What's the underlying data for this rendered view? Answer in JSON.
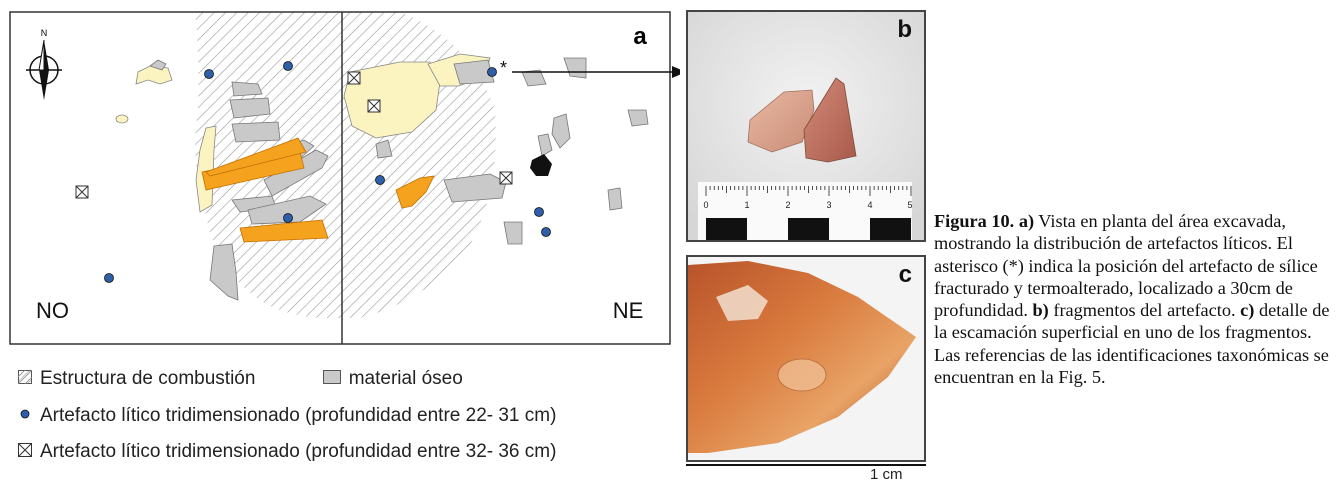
{
  "panel_a": {
    "letter": "a",
    "left_sector": "NO",
    "right_sector": "NE",
    "north_label": "N",
    "asterisk": "*"
  },
  "panel_b": {
    "letter": "b",
    "ruler_numbers": [
      "0",
      "1",
      "2",
      "3",
      "4",
      "5"
    ]
  },
  "panel_c": {
    "letter": "c",
    "scale_label": "1 cm"
  },
  "legend": {
    "combustion": "Estructura de combustión",
    "bone": "material óseo",
    "lithic_shallow": "Artefacto lítico tridimensionado (profundidad entre 22- 31 cm)",
    "lithic_deep": "Artefacto lítico tridimensionado (profundidad entre 32- 36 cm)"
  },
  "caption": {
    "figure_label": "Figura 10.",
    "a_label": "a)",
    "a_text": "Vista en planta del área excavada, mostrando la distribución de artefactos líticos. El asterisco (*) indica la posición del artefacto de sílice fracturado y termoalterado, localizado a 30cm de profundidad.",
    "b_label": "b)",
    "b_text": "fragmentos del artefacto.",
    "c_label": "c)",
    "c_text": "detalle de la escamación superficial en uno de los fragmentos. Las referencias de las identificaciones taxonómicas se encuentran en la Fig. 5."
  },
  "colors": {
    "bone": "#c9c9c9",
    "pale_yellow": "#fbf3c0",
    "orange": "#f5a21e",
    "dot_blue": "#2e5fa8",
    "hatch": "#9a9a9a"
  }
}
